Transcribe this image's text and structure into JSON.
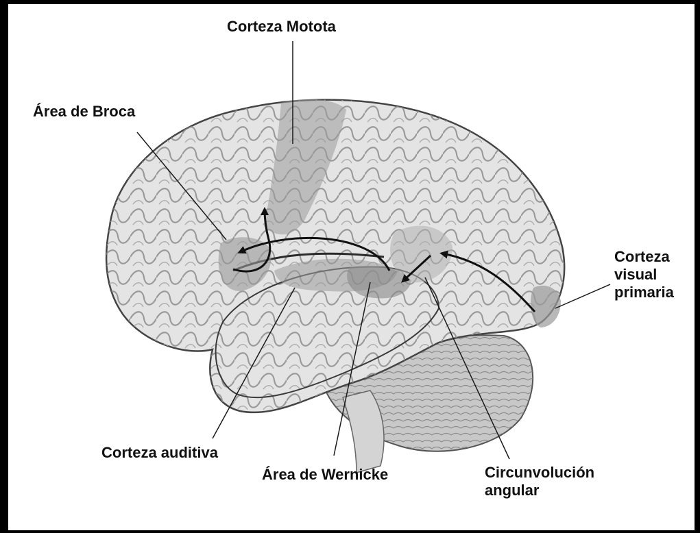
{
  "labels": {
    "motor": "Corteza Motota",
    "broca": "Área de Broca",
    "visual": [
      "Corteza",
      "visual",
      "primaria"
    ],
    "auditiva": "Corteza auditiva",
    "wernicke": "Área de Wernicke",
    "angular": [
      "Circunvolución",
      "angular"
    ]
  },
  "colors": {
    "border": "#000000",
    "brain_fill": "#e4e4e4",
    "highlight": "#9a9a9a",
    "lines": "#1a1a1a"
  }
}
